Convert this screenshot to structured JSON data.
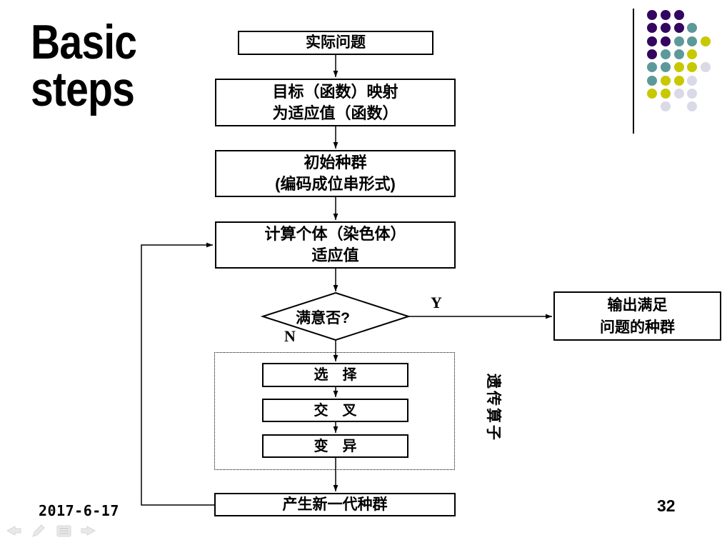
{
  "slide": {
    "title": "Basic steps",
    "date": "2017-6-17",
    "page_number": "32"
  },
  "flowchart": {
    "nodes": {
      "problem": "实际问题",
      "mapping": "目标（函数）映射\n为适应值（函数）",
      "initial_population": "初始种群\n(编码成位串形式)",
      "fitness": "计算个体（染色体）\n适应值",
      "decision": "满意否?",
      "output": "输出满足\n问题的种群",
      "selection": "选　择",
      "crossover": "交　叉",
      "mutation": "变　异",
      "new_generation": "产生新一代种群",
      "operators_label": "遗传算子"
    },
    "branches": {
      "yes": "Y",
      "no": "N"
    }
  },
  "decoration": {
    "dot_colors": {
      "purple": "#330560",
      "teal": "#5d999b",
      "yellow": "#c8c800",
      "lavender": "#d9d9e8"
    },
    "dot_grid": [
      [
        "purple",
        "purple",
        "purple",
        null,
        null
      ],
      [
        "purple",
        "purple",
        "purple",
        "teal",
        null
      ],
      [
        "purple",
        "purple",
        "teal",
        "teal",
        "yellow"
      ],
      [
        "purple",
        "teal",
        "teal",
        "yellow",
        null
      ],
      [
        "teal",
        "teal",
        "yellow",
        "yellow",
        "lavender"
      ],
      [
        "teal",
        "yellow",
        "yellow",
        "lavender",
        null
      ],
      [
        "yellow",
        "yellow",
        "lavender",
        "lavender",
        null
      ],
      [
        null,
        "lavender",
        null,
        "lavender",
        null
      ]
    ]
  },
  "nav_icons": [
    "back-arrow-icon",
    "pencil-icon",
    "notes-icon",
    "forward-arrow-icon"
  ]
}
